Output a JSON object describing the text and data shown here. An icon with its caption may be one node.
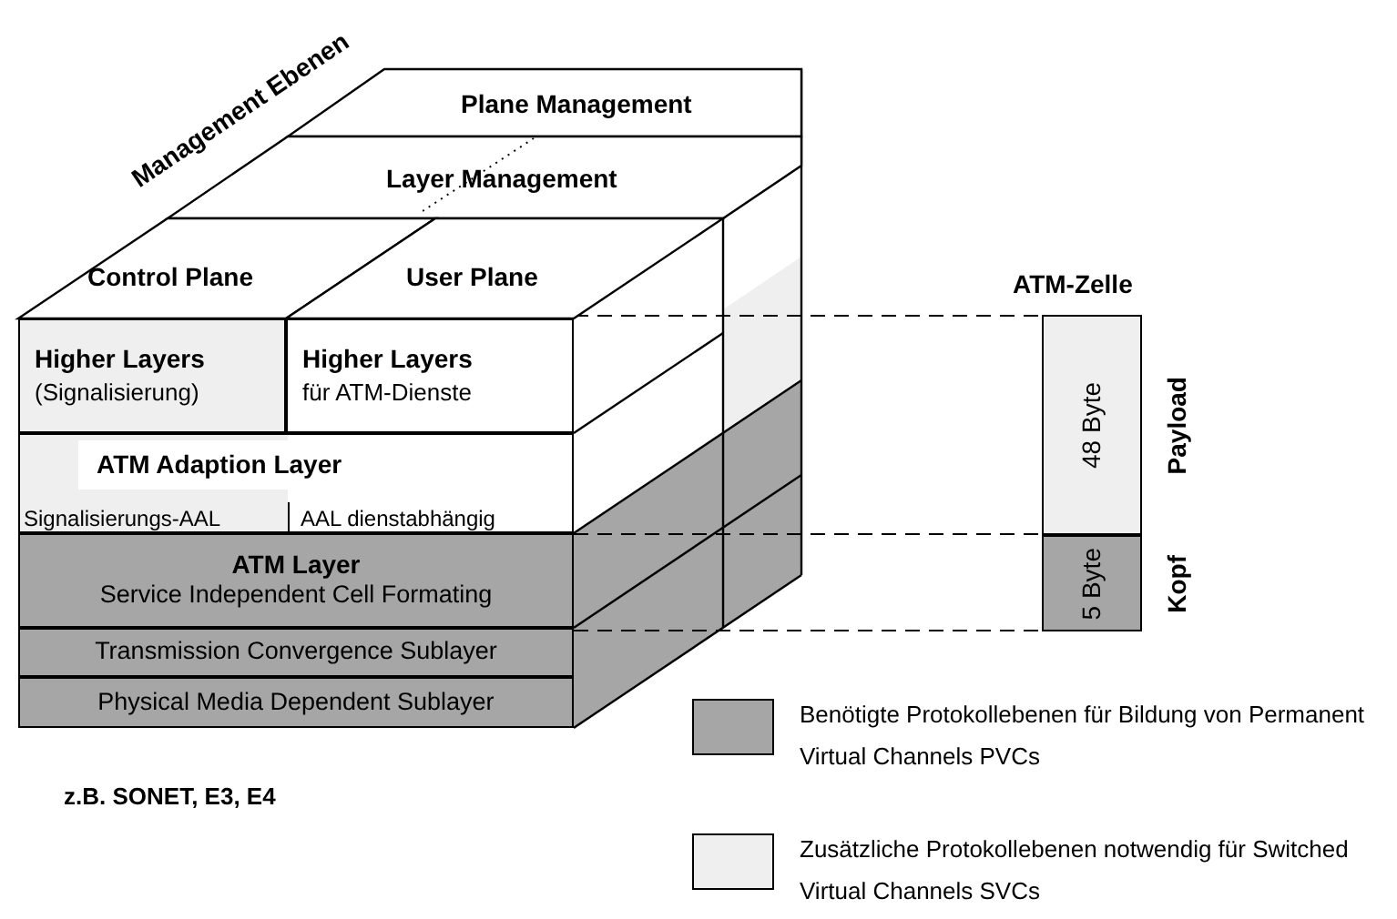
{
  "diagram": {
    "nodes": [
      {
        "text": [
          "Plane Management"
        ]
      },
      {
        "text": [
          "Layer Management"
        ]
      },
      {
        "text": [
          "Control Plane"
        ]
      },
      {
        "text": [
          "User Plane"
        ]
      },
      {
        "text": [
          "Higher Layers",
          "(Signalisierung)"
        ]
      },
      {
        "text": [
          "Higher Layers",
          "für ATM-Dienste"
        ]
      },
      {
        "text": [
          "ATM Adaption Layer",
          "Signalisierungs-AAL",
          "AAL dienstabhängig"
        ]
      },
      {
        "text": [
          "ATM Layer",
          "Service Independent Cell Formating"
        ]
      },
      {
        "text": [
          "Transmission Convergence Sublayer"
        ]
      },
      {
        "text": [
          "Physical Media Dependent Sublayer"
        ]
      },
      {
        "text": [
          "48 Byte"
        ],
        "beside": [
          "Payload"
        ]
      },
      {
        "text": [
          "5 Byte"
        ],
        "beside": [
          "Kopf"
        ]
      }
    ],
    "labels": [
      "Management Ebenen",
      "ATM-Zelle",
      "z.B. SONET, E3, E4"
    ],
    "legend": [
      {
        "text": "Benötigte Protokollebenen für Bildung von Permanent Virtual Channels PVCs",
        "color": "#a6a6a6"
      },
      {
        "text": "Zusätzliche Protokollebenen notwendig für Switched Virtual Channels SVCs",
        "color": "#efefef"
      }
    ]
  }
}
